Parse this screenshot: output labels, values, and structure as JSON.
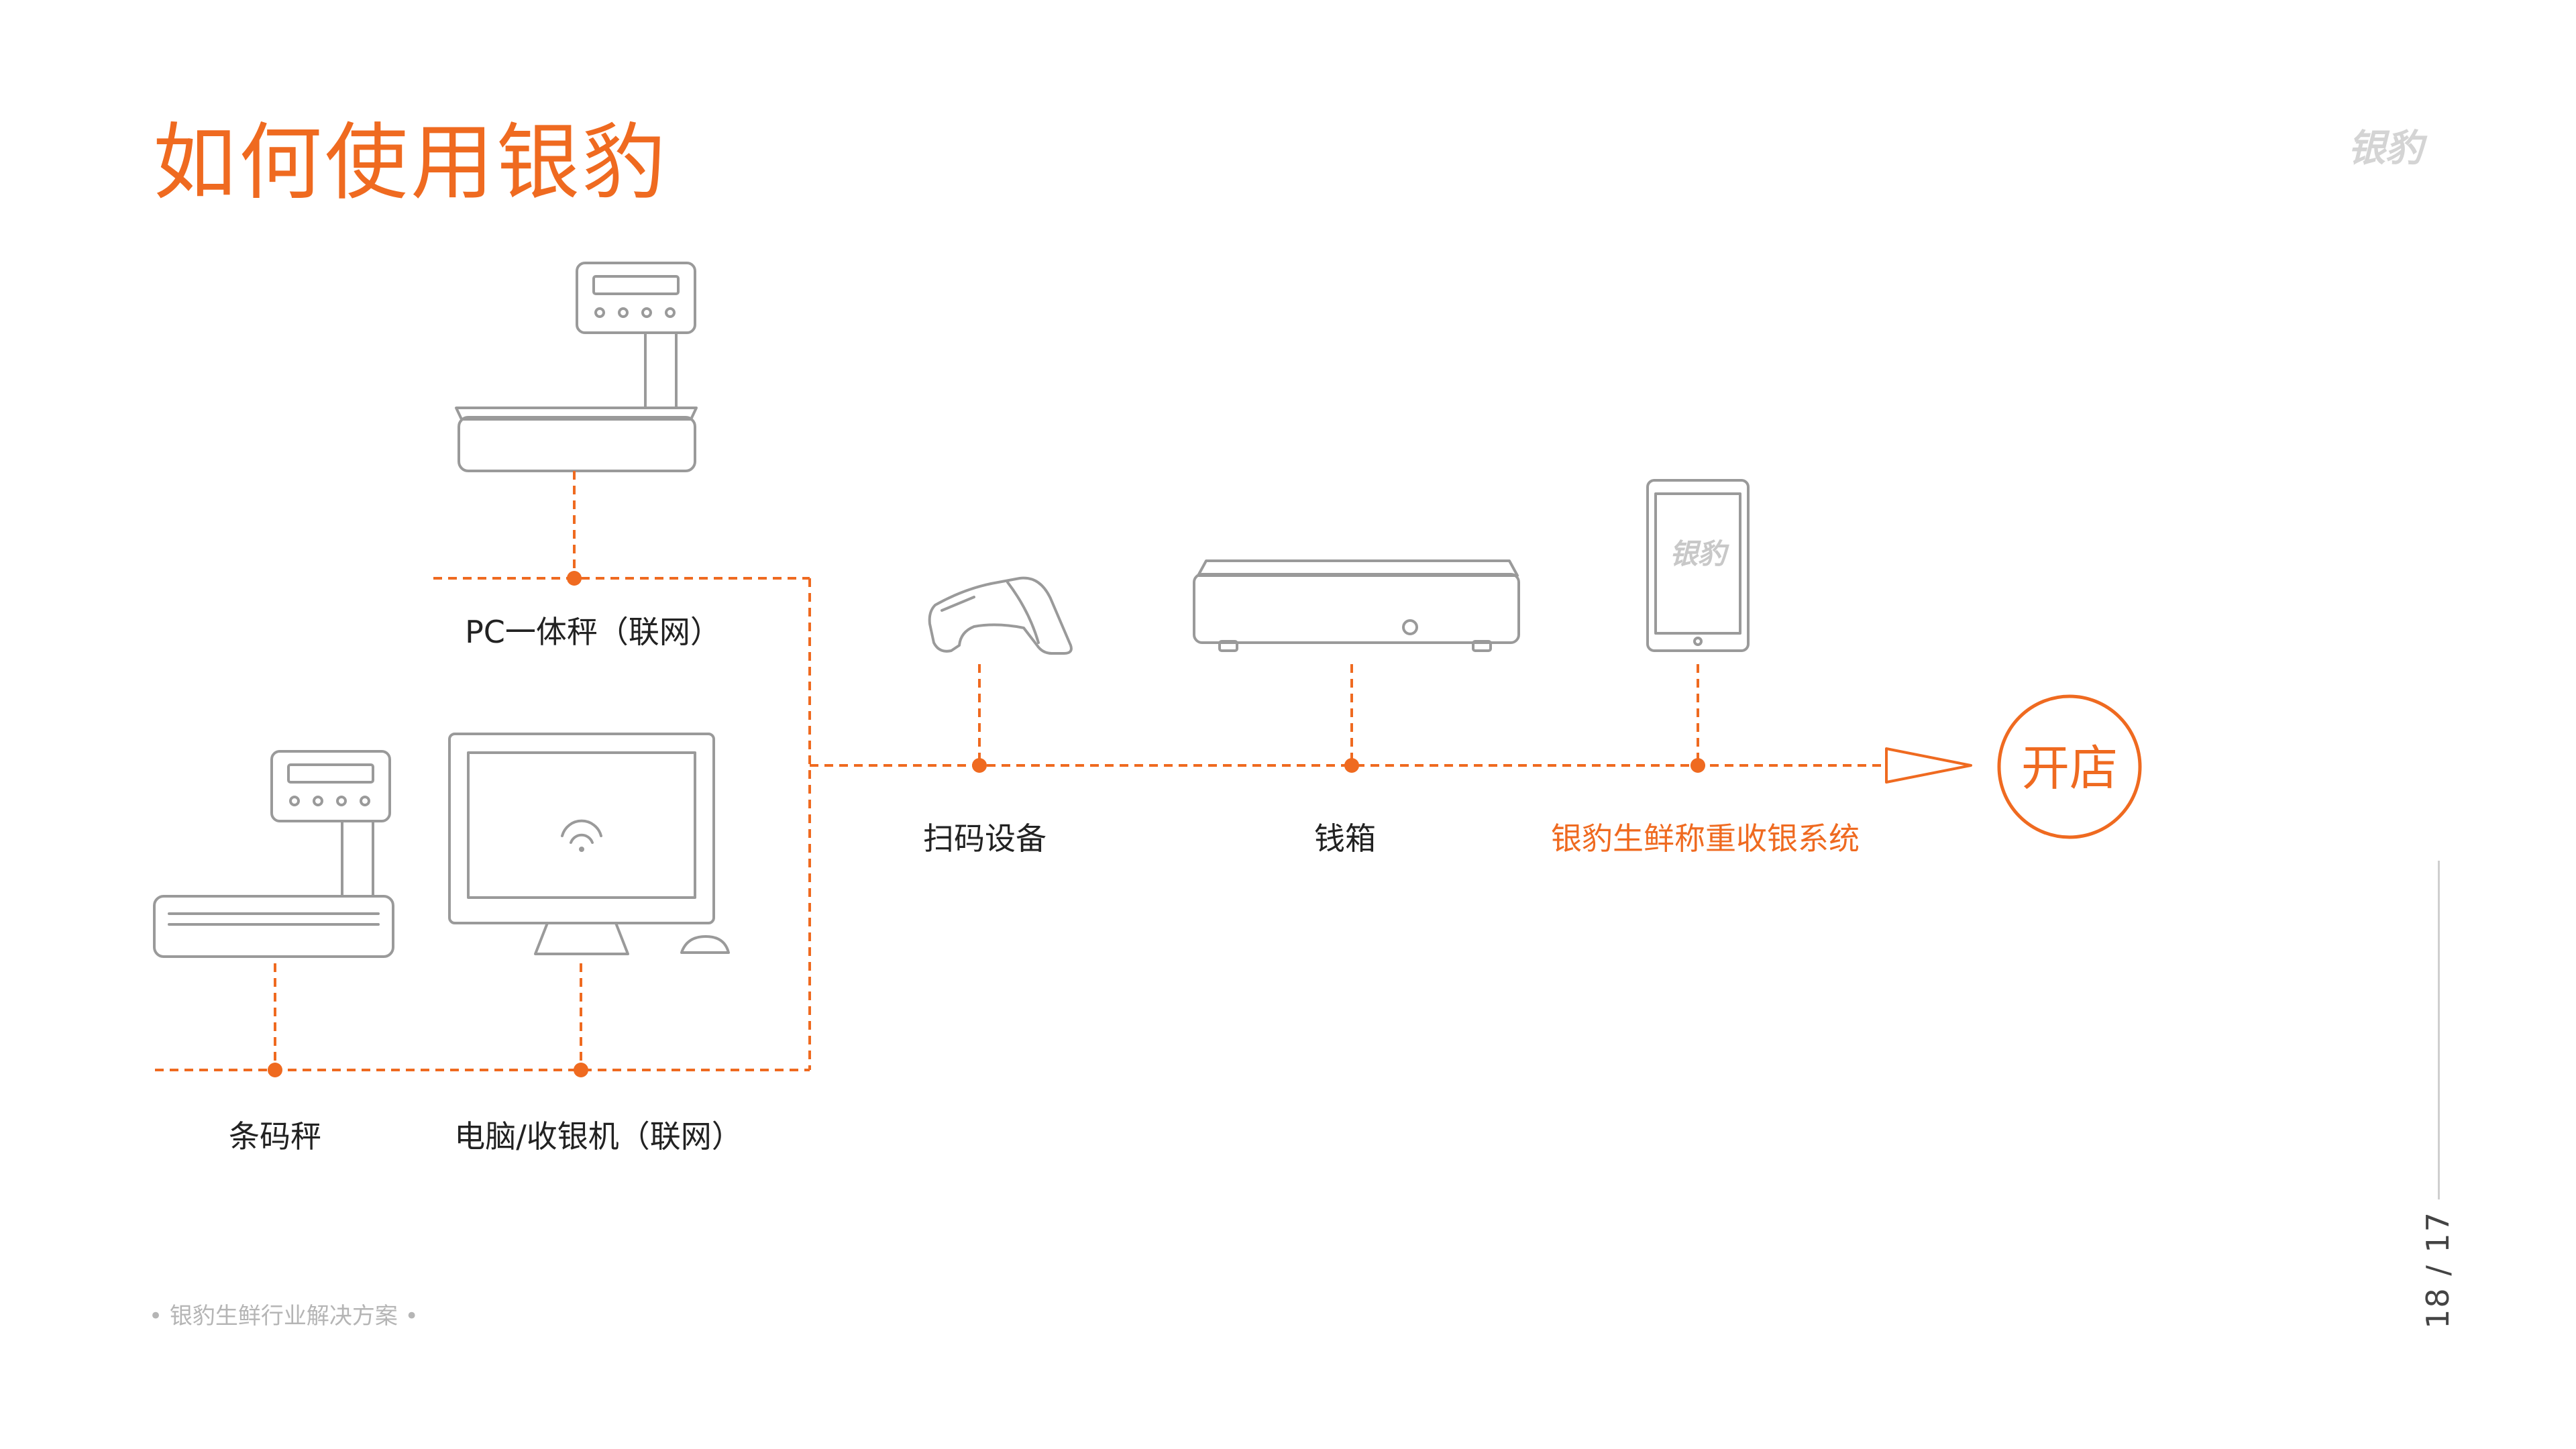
{
  "header": {
    "title": "如何使用银豹",
    "logo_text": "银豹"
  },
  "diagram": {
    "devices": {
      "pc_scale": "PC一体秤（联网）",
      "barcode_scale": "条码秤",
      "computer": "电脑/收银机（联网）",
      "scanner": "扫码设备",
      "cash_drawer": "钱箱",
      "system": "银豹生鲜称重收银系统"
    },
    "tablet_logo_text": "银豹",
    "endpoint": "开店"
  },
  "footer": {
    "note": "• 银豹生鲜行业解决方案 •",
    "page": "18 / 17"
  },
  "colors": {
    "accent": "#ef6a20",
    "outline": "#9a9a9a",
    "text": "#222222",
    "muted": "#b5b5b5"
  }
}
